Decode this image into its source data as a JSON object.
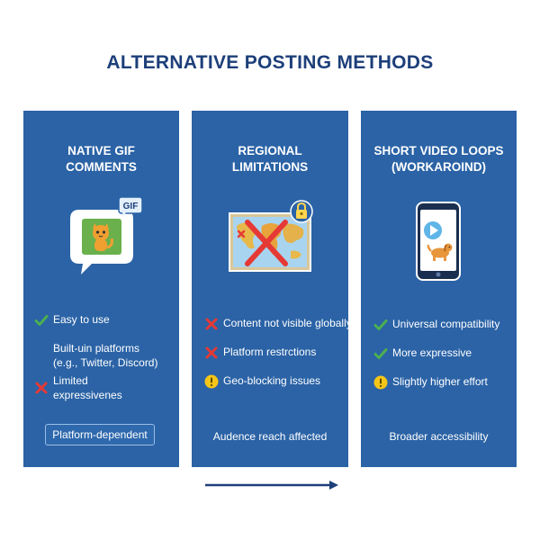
{
  "title": "ALTERNATIVE POSTING METHODS",
  "colors": {
    "title": "#1d3f7a",
    "panel": "#2b63a6",
    "check": "#4caf50",
    "cross": "#e53935",
    "warning": "#f5c518"
  },
  "panels": [
    {
      "title_lines": [
        "NATIVE GIF",
        "COMMENTS"
      ],
      "illustration": "chat-bubble-gif-cat-icon",
      "badge": "GIF",
      "items": [
        {
          "icon": "check-icon",
          "lines": [
            "Easy to use"
          ]
        },
        {
          "icon": "none",
          "lines": [
            "Built-uin platforms",
            "(e.g., Twitter, Discord)"
          ]
        },
        {
          "icon": "cross-icon",
          "lines": [
            "Limited",
            "expressivenes"
          ]
        }
      ],
      "footer": "Platform-dependent"
    },
    {
      "title_lines": [
        "REGIONAL",
        "LIMITATIONS"
      ],
      "illustration": "blocked-world-map-lock-icon",
      "items": [
        {
          "icon": "cross-icon",
          "lines": [
            "Content not visible globally"
          ]
        },
        {
          "icon": "cross-icon",
          "lines": [
            "Platform restrctions"
          ]
        },
        {
          "icon": "warning-icon",
          "lines": [
            "Geo-blocking issues"
          ]
        }
      ],
      "footer": "Audence reach affected"
    },
    {
      "title_lines": [
        "SHORT VIDEO LOOPS",
        "(WORKAROIND)"
      ],
      "illustration": "phone-video-dog-icon",
      "items": [
        {
          "icon": "check-icon",
          "lines": [
            "Universal compatibility"
          ]
        },
        {
          "icon": "check-icon",
          "lines": [
            "More expressive"
          ]
        },
        {
          "icon": "warning-icon",
          "lines": [
            "Slightly higher effort"
          ]
        }
      ],
      "footer": "Broader accessibility"
    }
  ],
  "bottom_arrow": "right-arrow-icon"
}
